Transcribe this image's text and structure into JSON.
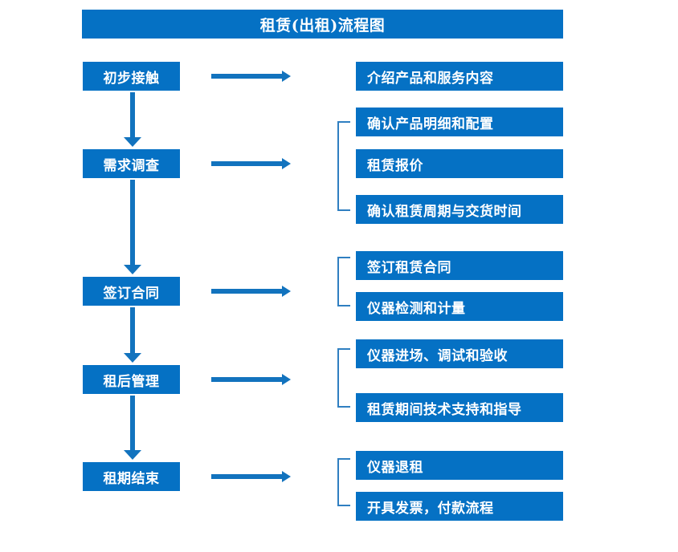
{
  "diagram": {
    "title": "租赁(出租)流程图",
    "accent_color": "#0571c4",
    "arrow_color": "#1273be",
    "bracket_color": "#2f7fc1",
    "text_color": "#ffffff",
    "background_color": "#ffffff",
    "stages": [
      {
        "label": "初步接触"
      },
      {
        "label": "需求调查"
      },
      {
        "label": "签订合同"
      },
      {
        "label": "租后管理"
      },
      {
        "label": "租期结束"
      }
    ],
    "details": [
      {
        "label": "介绍产品和服务内容"
      },
      {
        "label": "确认产品明细和配置"
      },
      {
        "label": "租赁报价"
      },
      {
        "label": "确认租赁周期与交货时间"
      },
      {
        "label": "签订租赁合同"
      },
      {
        "label": "仪器检测和计量"
      },
      {
        "label": "仪器进场、调试和验收"
      },
      {
        "label": "租赁期间技术支持和指导"
      },
      {
        "label": "仪器退租"
      },
      {
        "label": "开具发票，付款流程"
      }
    ],
    "groups": [
      {
        "stage": "需求调查",
        "details": [
          "确认产品明细和配置",
          "租赁报价",
          "确认租赁周期与交货时间"
        ]
      },
      {
        "stage": "签订合同",
        "details": [
          "签订租赁合同",
          "仪器检测和计量"
        ]
      },
      {
        "stage": "租后管理",
        "details": [
          "仪器进场、调试和验收",
          "租赁期间技术支持和指导"
        ]
      },
      {
        "stage": "租期结束",
        "details": [
          "仪器退租",
          "开具发票，付款流程"
        ]
      }
    ]
  }
}
